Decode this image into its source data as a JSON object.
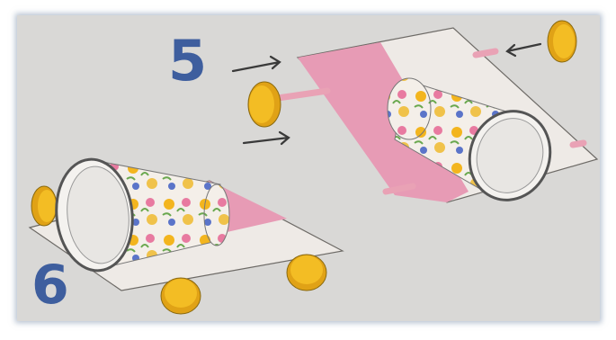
{
  "steps": {
    "five": "5",
    "six": "6"
  },
  "colors": {
    "background": "#d9d8d6",
    "paper": "#eeeae6",
    "pink": "#e79bb5",
    "wheel": "#f2b81c",
    "axle": "#e9a2b5",
    "number": "#3e5e9e"
  },
  "illustrations": [
    {
      "name": "step-5-assembly",
      "parts": [
        "paper-card",
        "paper-cup",
        "axle-rods",
        "bottle-cap-wheels",
        "arrows"
      ]
    },
    {
      "name": "step-6-finished-car",
      "parts": [
        "paper-card",
        "paper-cup",
        "bottle-cap-wheels"
      ]
    }
  ]
}
